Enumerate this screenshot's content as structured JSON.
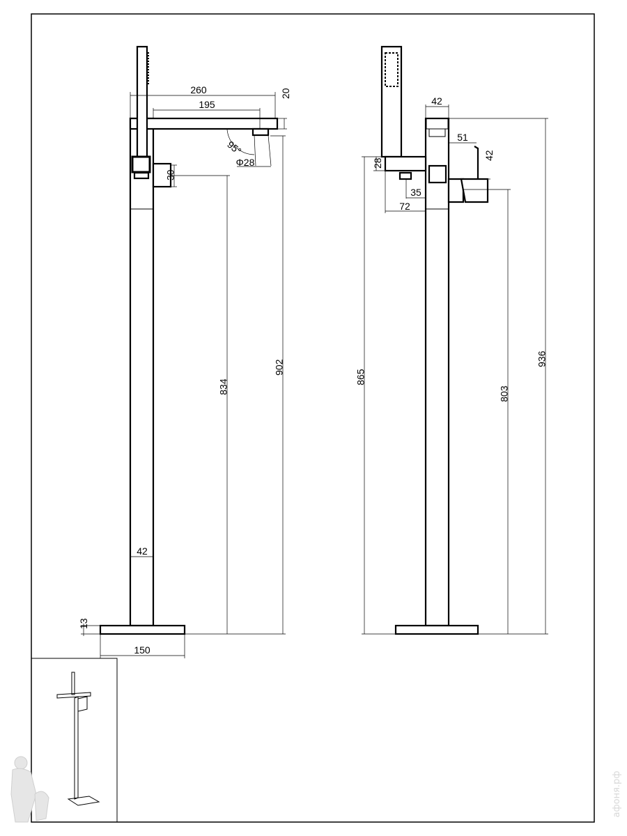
{
  "drawing": {
    "side_view": {
      "dimensions": {
        "spout_length": "260",
        "spout_reach": "195",
        "spout_height": "20",
        "outlet_angle": "95°",
        "outlet_diameter": "Φ28",
        "valve_height": "30",
        "valve_axis_height": "834",
        "outlet_height": "902",
        "column_width": "42",
        "base_thickness": "13",
        "base_width": "150"
      }
    },
    "front_view": {
      "dimensions": {
        "column_width": "42",
        "handle_projection": "51",
        "handle_height": "42",
        "holder_height": "28",
        "nozzle_offset": "35",
        "holder_reach": "72",
        "holder_axis_height": "865",
        "handle_axis_height": "803",
        "total_height": "936"
      }
    }
  },
  "watermark": "афоня.рф"
}
